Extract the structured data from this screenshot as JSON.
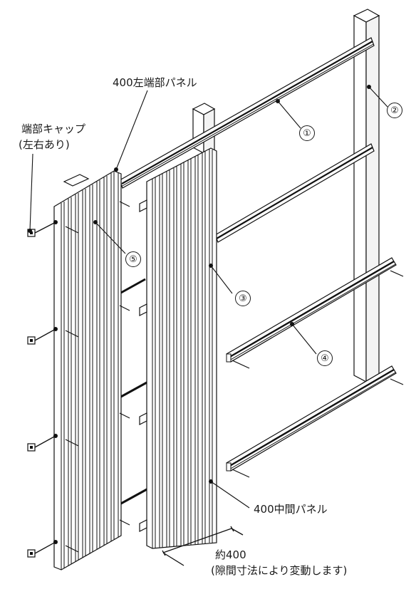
{
  "labels": {
    "left_end_panel": "400左端部パネル",
    "end_cap_line1": "端部キャップ",
    "end_cap_line2": "(左右あり)",
    "middle_panel": "400中間パネル",
    "width_line1": "約400",
    "width_line2": "(隙間寸法により変動します)"
  },
  "callouts": [
    "①",
    "②",
    "③",
    "④",
    "⑤"
  ]
}
